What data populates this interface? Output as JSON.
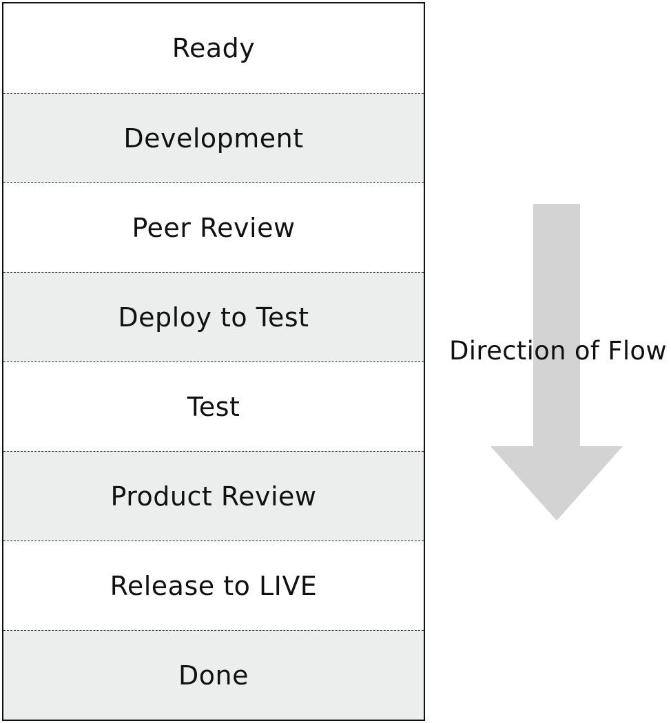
{
  "stages": [
    {
      "label": "Ready"
    },
    {
      "label": "Development"
    },
    {
      "label": "Peer Review"
    },
    {
      "label": "Deploy to Test"
    },
    {
      "label": "Test"
    },
    {
      "label": "Product Review"
    },
    {
      "label": "Release to LIVE"
    },
    {
      "label": "Done"
    }
  ],
  "flow": {
    "label": "Direction of Flow",
    "icon": "arrow-down-icon",
    "arrow_color": "#d3d3d3"
  },
  "colors": {
    "row_alt_background": "#eceeed",
    "border": "#111111"
  }
}
